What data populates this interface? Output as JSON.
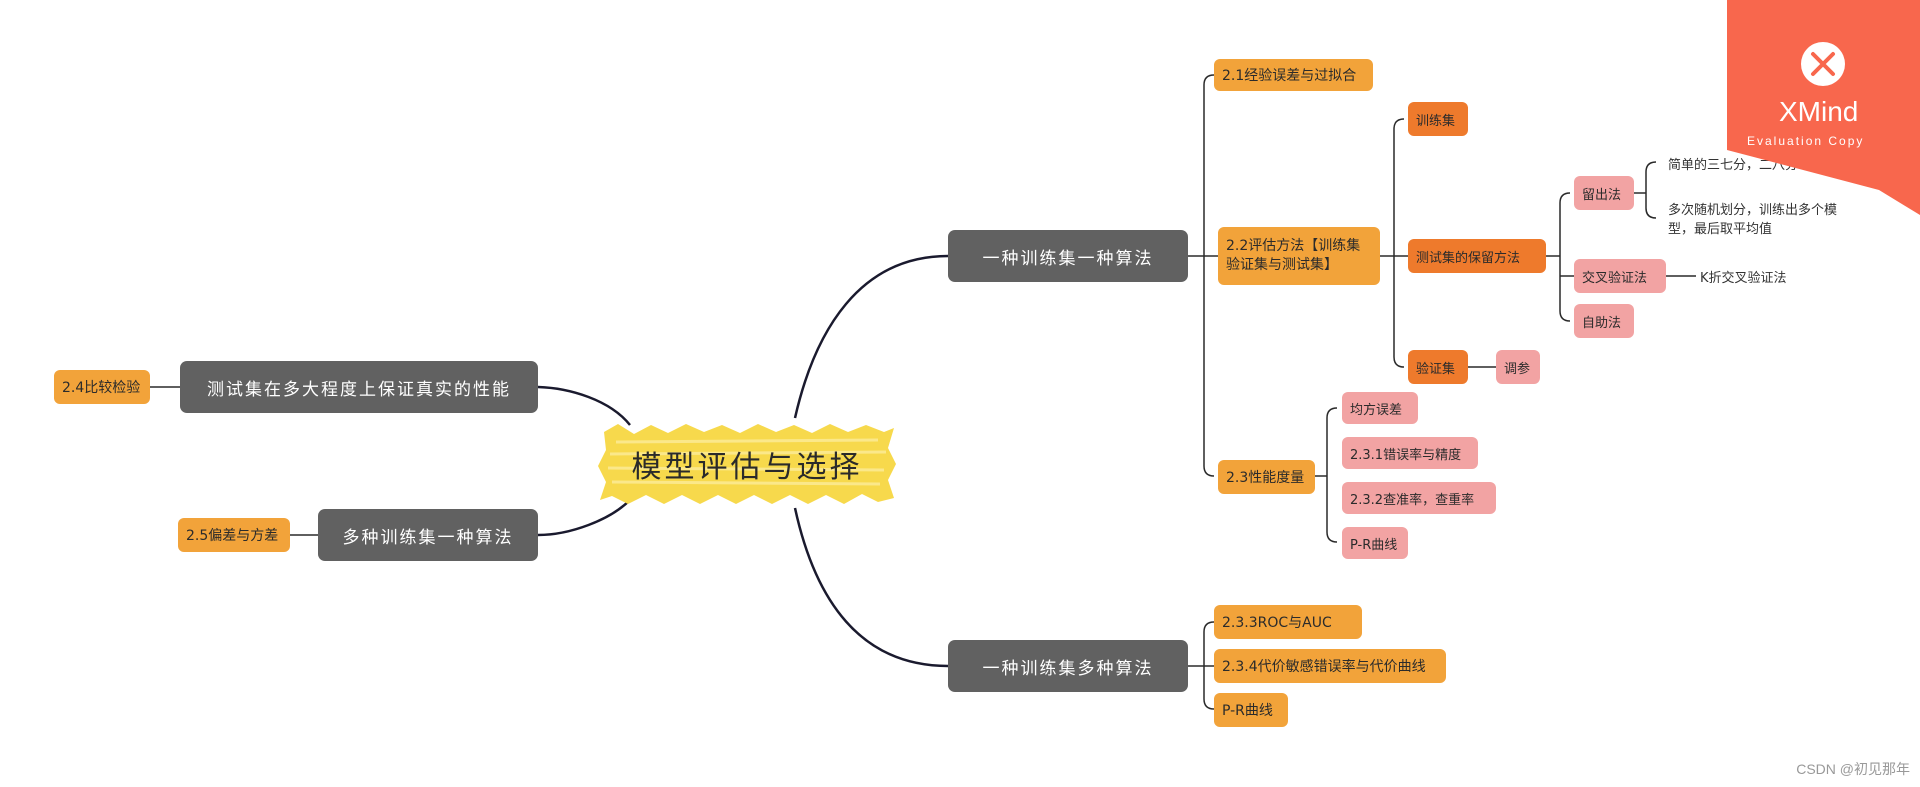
{
  "central_topic": "模型评估与选择",
  "branches": {
    "one_set_one_algo": "一种训练集一种算法",
    "one_set_multi_algo": "一种训练集多种算法",
    "test_set_performance": "测试集在多大程度上保证真实的性能",
    "multi_set_one_algo": "多种训练集一种算法"
  },
  "topics": {
    "empirical_error": "2.1经验误差与过拟合",
    "evaluation_methods": "2.2评估方法【训练集验证集与测试集】",
    "training_set": "训练集",
    "test_set_method": "测试集的保留方法",
    "holdout": "留出法",
    "holdout_note_1": "简单的三七分，二八分等等",
    "holdout_note_2": "多次随机划分，训练出多个模型，最后取平均值",
    "cross_validation": "交叉验证法",
    "kfold": "K折交叉验证法",
    "bootstrap": "自助法",
    "validation_set": "验证集",
    "tuning": "调参",
    "performance_measure": "2.3性能度量",
    "mse": "均方误差",
    "error_rate": "2.3.1错误率与精度",
    "precision_recall": "2.3.2查准率，查重率",
    "pr_curve": "P-R曲线",
    "roc_auc": "2.3.3ROC与AUC",
    "cost_sensitive": "2.3.4代价敏感错误率与代价曲线",
    "pr_curve_2": "P-R曲线",
    "comparison_test": "2.4比较检验",
    "bias_variance": "2.5偏差与方差"
  },
  "watermark": {
    "brand": "XMind",
    "subtitle": "Evaluation Copy",
    "icon": "xmind-logo-icon",
    "color": "#f8674d"
  },
  "footer": "CSDN @初见那年",
  "colors": {
    "main_branch": "#616161",
    "orange": "#f2a33a",
    "dark_orange": "#ee7a2c",
    "pink": "#f2a3a3",
    "central": "#f7d94c",
    "line": "#1a1a2e"
  }
}
